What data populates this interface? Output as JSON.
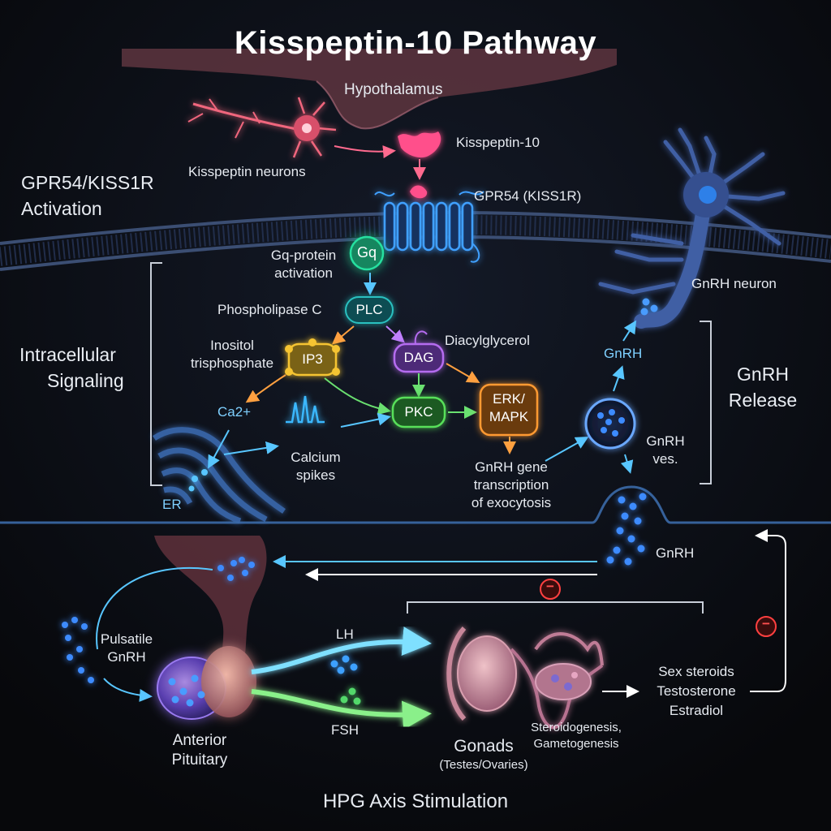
{
  "title": "Kisspeptin-10 Pathway",
  "labels": {
    "hypothalamus": "Hypothalamus",
    "kisspeptin": "Kisspeptin-10",
    "kisspeptin_neurons": "Kisspeptin neurons",
    "receptor": "GPR54 (KISS1R)",
    "gq": "Gq",
    "gq_activation_1": "Gq-protein",
    "gq_activation_2": "activation",
    "plc_full": "Phospholipase C",
    "plc": "PLC",
    "ip3_full_1": "Inositol",
    "ip3_full_2": "trisphosphate",
    "ip3": "IP3",
    "dag": "DAG",
    "dag_full": "Diacylglycerol",
    "pkc": "PKC",
    "erk_1": "ERK/",
    "erk_2": "MAPK",
    "ca": "Ca2+",
    "calcium_1": "Calcium",
    "calcium_2": "spikes",
    "er": "ER",
    "transcription_1": "GnRH gene",
    "transcription_2": "transcription",
    "transcription_3": "of exocytosis",
    "gnrh_neuron": "GnRH neuron",
    "gnrh_up": "GnRH",
    "gnrh_ves_1": "GnRH",
    "gnrh_ves_2": "ves.",
    "gnrh_released": "GnRH",
    "pulsatile_1": "Pulsatile",
    "pulsatile_2": "GnRH",
    "anterior_1": "Anterior",
    "anterior_2": "Pituitary",
    "lh": "LH",
    "fsh": "FSH",
    "gonads": "Gonads",
    "gonads_sub": "(Testes/Ovaries)",
    "steroido_1": "Steroidogenesis,",
    "steroido_2": "Gametogenesis",
    "sex_1": "Sex steroids",
    "sex_2": "Testosterone",
    "sex_3": "Estradiol",
    "minus_1": "−",
    "minus_2": "−"
  },
  "sections": {
    "activation_1": "GPR54/KISS1R",
    "activation_2": "Activation",
    "signaling_1": "Intracellular",
    "signaling_2": "Signaling",
    "release_1": "GnRH",
    "release_2": "Release",
    "hpg": "HPG Axis Stimulation"
  },
  "colors": {
    "kisspeptin": "#ff4f8b",
    "receptor": "#3fa0ff",
    "gq": "#28e0a0",
    "plc": "#2bc0c0",
    "ip3": "#f5c431",
    "dag": "#b56cf0",
    "pkc": "#59e05a",
    "erk": "#ff9a30",
    "calcium": "#3ab8ff",
    "lh": "#3ec6ff",
    "fsh": "#4ee86a",
    "inhibition": "#ff4040"
  }
}
